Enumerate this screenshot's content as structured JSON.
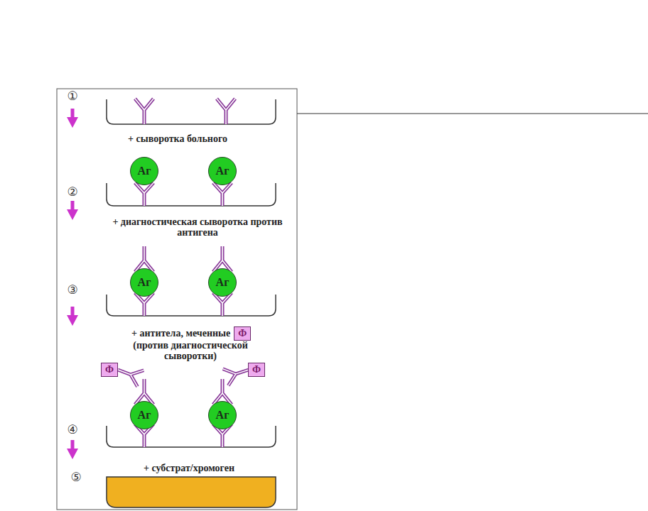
{
  "diagram": {
    "nodes": [
      {
        "text": [
          "Аг"
        ]
      },
      {
        "text": [
          "Аг"
        ]
      },
      {
        "text": [
          "Аг"
        ]
      },
      {
        "text": [
          "Аг"
        ]
      },
      {
        "text": [
          "Ф"
        ]
      },
      {
        "text": [
          "Ф"
        ]
      },
      {
        "text": [
          "Ф"
        ]
      },
      {
        "text": [
          "Аг"
        ]
      },
      {
        "text": [
          "Аг"
        ]
      }
    ],
    "labels": [
      "①",
      "+ сыворотка больного",
      "②",
      "+ диагностическая сыворотка против антигена",
      "③",
      "+ антитела, меченные",
      "(против диагностической сыворотки)",
      "④",
      "+ субстрат/хромоген",
      "⑤"
    ]
  }
}
